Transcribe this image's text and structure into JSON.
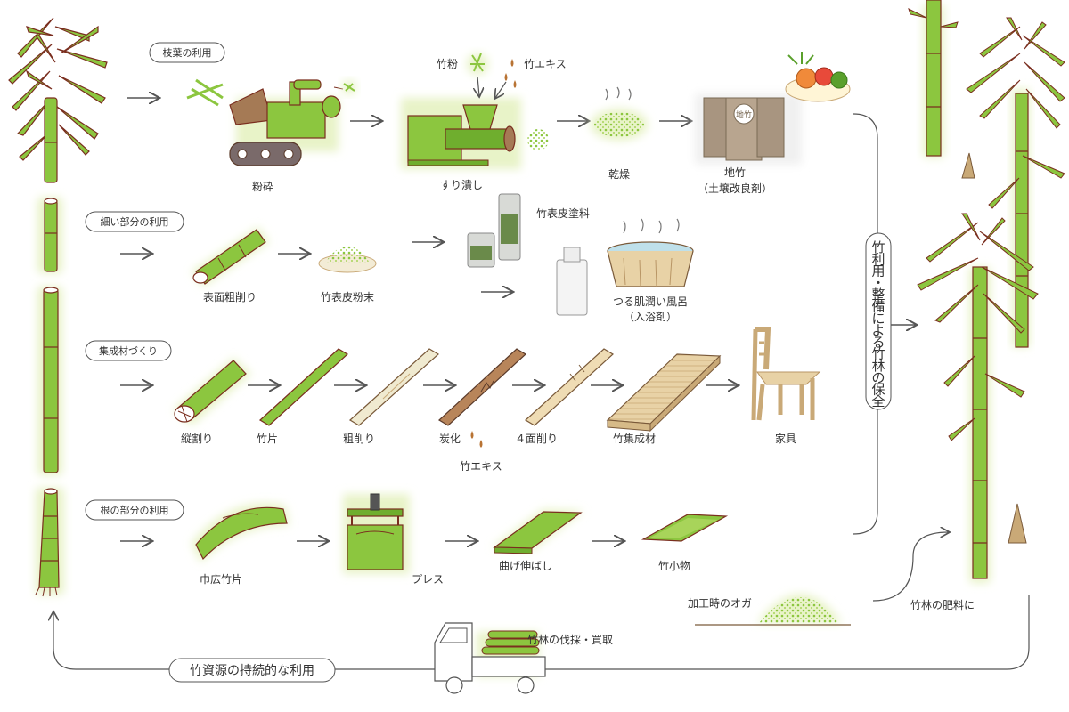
{
  "sections": {
    "leaves": "枝葉の利用",
    "thin": "細い部分の利用",
    "laminated": "集成材づくり",
    "root": "根の部分の利用"
  },
  "row1": {
    "grind": "粉砕",
    "crush": "すり潰し",
    "powder": "竹粉",
    "extract": "竹エキス",
    "dry": "乾燥",
    "product_name": "地竹",
    "product_note": "（土壌改良剤）",
    "bag_mark": "地竹"
  },
  "row2": {
    "rough_peel": "表面粗削り",
    "skin_powder": "竹表皮粉末",
    "coating": "竹表皮塗料",
    "bath_name": "つる肌潤い風呂",
    "bath_note": "（入浴剤）"
  },
  "row3": {
    "split": "縦割り",
    "strip": "竹片",
    "rough_cut": "粗削り",
    "carbonize": "炭化",
    "extract": "竹エキス",
    "four_side": "４面削り",
    "laminated_wood": "竹集成材",
    "furniture": "家具"
  },
  "row4": {
    "wide_strip": "巾広竹片",
    "press": "プレス",
    "flatten": "曲げ伸ばし",
    "small_goods": "竹小物"
  },
  "bottom": {
    "sawdust": "加工時のオガ",
    "fertilizer": "竹林の肥料に",
    "harvest": "竹林の伐採・買取",
    "sustainable": "竹資源の持続的な利用"
  },
  "vertical_label": "竹利用・整備による竹林の保全",
  "colors": {
    "bamboo": "#8cc63f",
    "bamboo_light": "#c8e39a",
    "outline": "#7a2e1f",
    "glow": "#e8f3c8",
    "arrow": "#555555",
    "wood": "#e8d2a6"
  }
}
